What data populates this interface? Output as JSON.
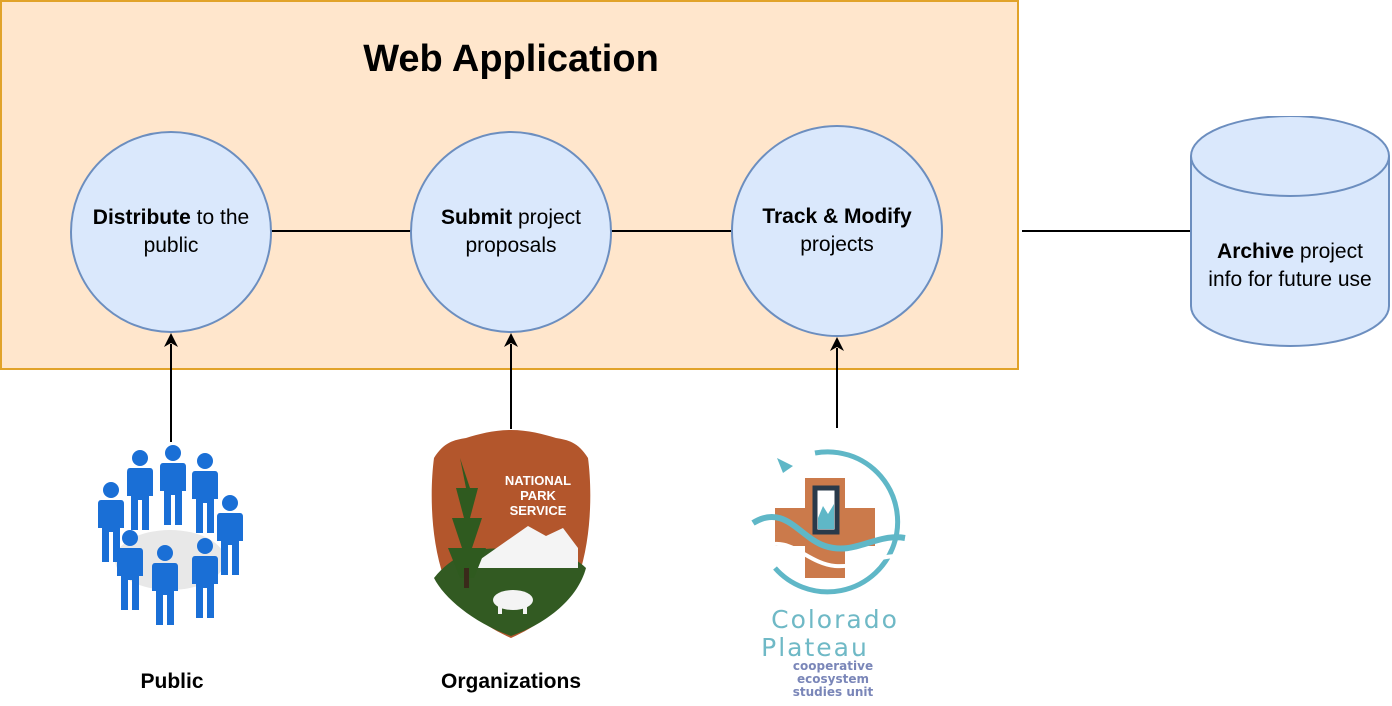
{
  "app": {
    "title": "Web Application"
  },
  "nodes": {
    "distribute": {
      "bold": "Distribute",
      "rest": " to the",
      "line2": "public"
    },
    "submit": {
      "bold": "Submit",
      "rest": " project",
      "line2": "proposals"
    },
    "track": {
      "bold": "Track & Modify",
      "rest": "",
      "line2": "projects"
    }
  },
  "archive": {
    "bold": "Archive",
    "rest": " project",
    "line2": "info for future use"
  },
  "captions": {
    "public": "Public",
    "organizations": "Organizations"
  },
  "logos": {
    "nps": {
      "line1": "NATIONAL",
      "line2": "PARK",
      "line3": "SERVICE"
    },
    "cp": {
      "word1": "Colorado",
      "word2": "Plateau",
      "sub1": "cooperative",
      "sub2": "ecosystem",
      "sub3": "studies unit"
    }
  },
  "colors": {
    "app_fill": "#ffe6cc",
    "app_border": "#e1a32a",
    "node_fill": "#dae8fc",
    "node_border": "#6c8ebf"
  },
  "icons": [
    "people-group-icon",
    "nps-arrowhead-logo",
    "colorado-plateau-logo",
    "database-icon"
  ]
}
